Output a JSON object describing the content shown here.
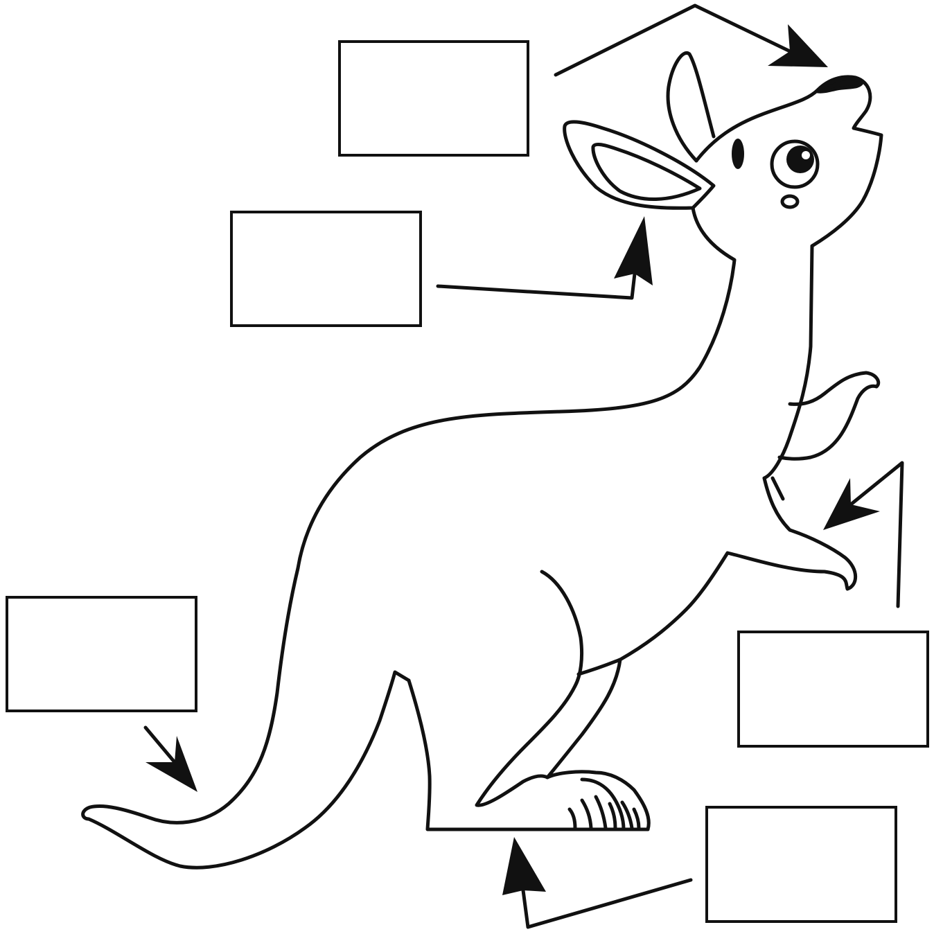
{
  "diagram": {
    "subject": "kangaroo",
    "labels": [
      {
        "id": "nose",
        "text": ""
      },
      {
        "id": "ear",
        "text": ""
      },
      {
        "id": "tail",
        "text": ""
      },
      {
        "id": "front-paw",
        "text": ""
      },
      {
        "id": "hind-foot",
        "text": ""
      }
    ]
  },
  "colors": {
    "stroke": "#111111",
    "background": "#ffffff"
  }
}
